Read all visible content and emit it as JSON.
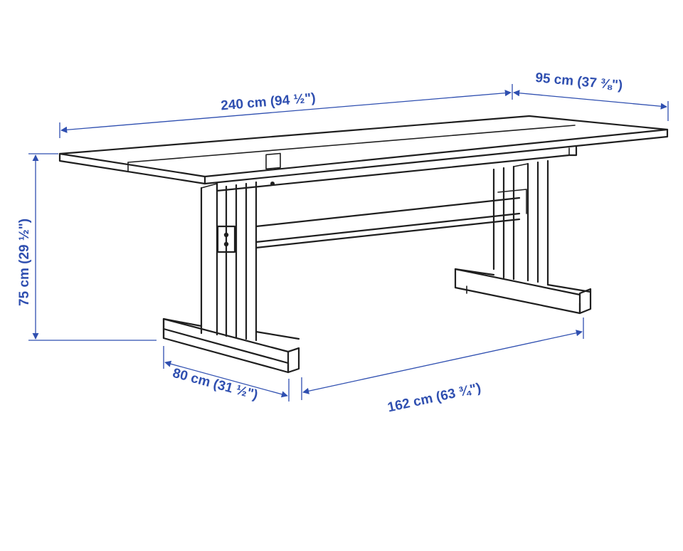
{
  "dimensions": {
    "length": "240 cm (94 ½\")",
    "width": "95 cm (37 ⅜\")",
    "height": "75 cm (29 ½\")",
    "foot_depth": "80 cm (31 ½\")",
    "leg_span": "162 cm (63 ¾\")"
  },
  "colors": {
    "dimension": "#2f4fb0",
    "drawing": "#1f1f1f",
    "background": "#ffffff"
  }
}
